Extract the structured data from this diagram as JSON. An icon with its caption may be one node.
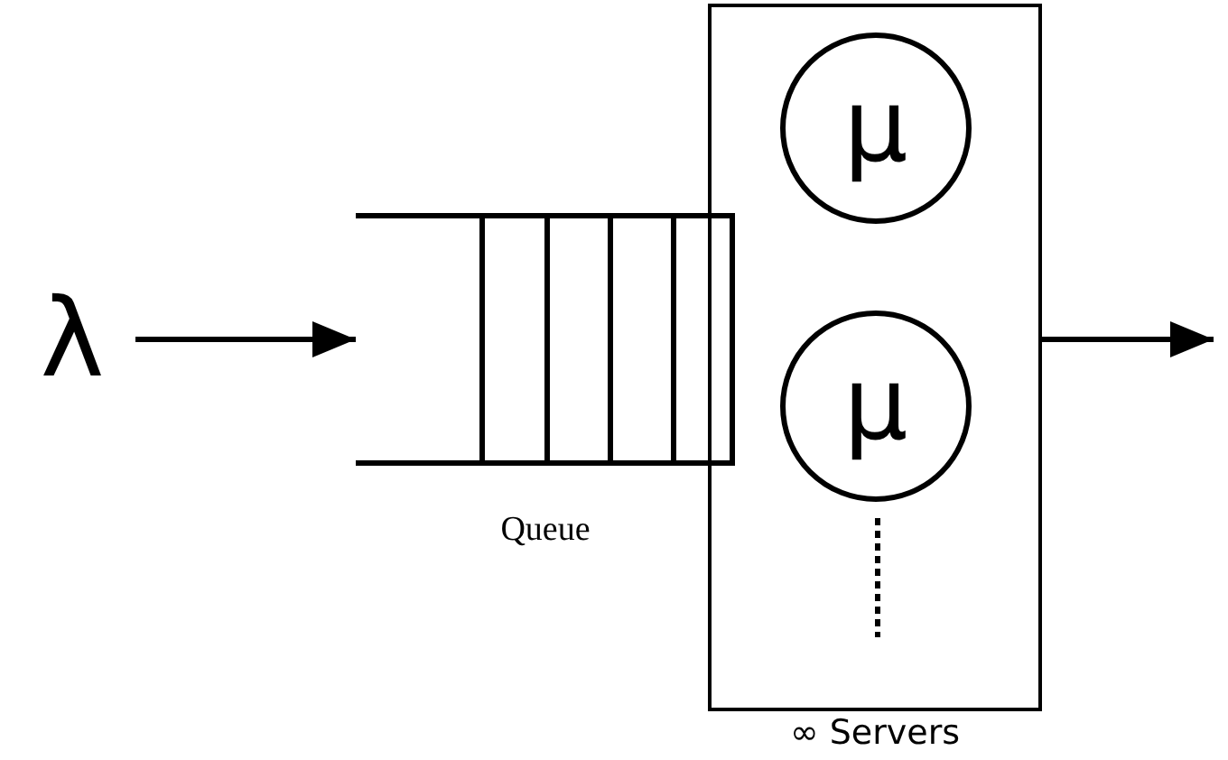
{
  "diagram": {
    "nodes": [
      {
        "text": [
          "λ"
        ]
      },
      {
        "text": [],
        "shape": "box",
        "beside": [
          "Queue"
        ]
      },
      {
        "text": [],
        "shape": "box",
        "beside": [
          "∞ Servers"
        ]
      },
      {
        "text": [
          "μ"
        ],
        "in": 2
      },
      {
        "text": [
          "μ"
        ],
        "in": 2
      }
    ],
    "edges": [
      {
        "from": 0,
        "to": 1,
        "arrow": "to"
      },
      {
        "from": 2,
        "to": null,
        "arrow": "to"
      }
    ]
  }
}
